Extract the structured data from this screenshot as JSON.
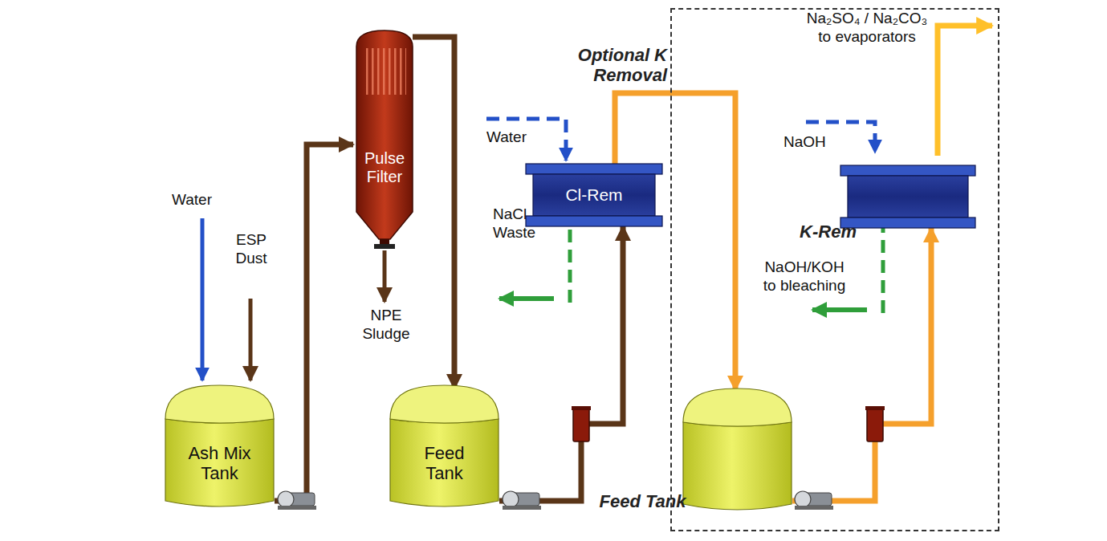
{
  "diagram": {
    "nodes": [
      {
        "text": [
          "Ash Mix Tank"
        ]
      },
      {
        "text": [
          "Pulse Filter"
        ]
      },
      {
        "text": [
          "Feed Tank"
        ]
      },
      {
        "text": [
          "Cl-Rem"
        ]
      },
      {
        "text": [
          "Optional K Removal"
        ]
      },
      {
        "text": [
          "Feed Tank"
        ],
        "in": 4
      },
      {
        "text": [
          "K-Rem"
        ],
        "in": 4
      }
    ],
    "edges": [
      {
        "from": 0,
        "to": 1,
        "arrow": "to"
      },
      {
        "from": 1,
        "to": 2,
        "arrow": "to"
      },
      {
        "from": 2,
        "to": 3,
        "arrow": "to"
      },
      {
        "from": 3,
        "to": 5,
        "arrow": "to"
      },
      {
        "from": 5,
        "to": 6,
        "arrow": "to"
      }
    ],
    "labels": [
      "Water",
      "ESP Dust",
      "NPE Sludge",
      "Water",
      "NaCl Waste",
      "Na₂SO₄ / Na₂CO₃ to evaporators",
      "NaOH",
      "NaOH/KOH to bleaching"
    ]
  }
}
